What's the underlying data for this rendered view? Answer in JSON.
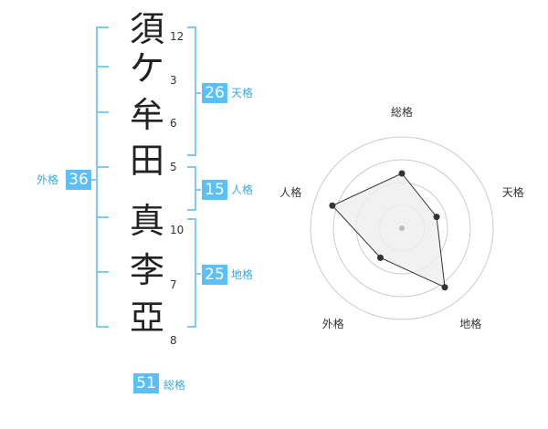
{
  "name_chars": [
    {
      "char": "須",
      "strokes": "12"
    },
    {
      "char": "ケ",
      "strokes": "3"
    },
    {
      "char": "牟",
      "strokes": "6"
    },
    {
      "char": "田",
      "strokes": "5"
    },
    {
      "char": "真",
      "strokes": "10"
    },
    {
      "char": "李",
      "strokes": "7"
    },
    {
      "char": "亞",
      "strokes": "8"
    }
  ],
  "fortune": {
    "tenkaku": {
      "label": "天格",
      "value": "26"
    },
    "jinkaku": {
      "label": "人格",
      "value": "15"
    },
    "chikaku": {
      "label": "地格",
      "value": "25"
    },
    "gaikaku": {
      "label": "外格",
      "value": "36"
    },
    "soukaku": {
      "label": "総格",
      "value": "51"
    }
  },
  "chart_data": {
    "type": "radar",
    "axes": [
      "総格",
      "天格",
      "地格",
      "外格",
      "人格"
    ],
    "values": [
      3,
      2,
      4,
      2,
      4
    ],
    "max": 5,
    "rings": 4,
    "colors": {
      "fill": "#eeeeee",
      "line": "#333333",
      "grid": "#cccccc",
      "center": "#bbbbbb"
    }
  },
  "colors": {
    "accent": "#5bc0f8",
    "bracket": "#7fc9f3"
  }
}
